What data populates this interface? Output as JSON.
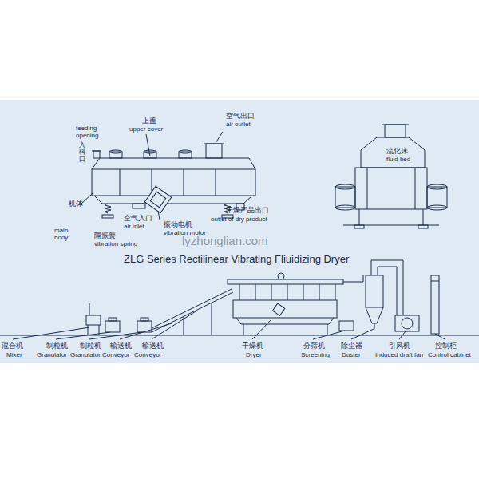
{
  "diagram": {
    "title": "ZLG Series Rectilinear Vibrating Fliuidizing Dryer",
    "labels": [
      "上盖",
      "upper cover",
      "空气出口",
      "air outlet",
      "feeding opening",
      "入料口",
      "流化床",
      "fluid bed",
      "机体",
      "空气入口",
      "air inlet",
      "干燥产品出口",
      "振动电机",
      "vibration motor",
      "outlet of dry product",
      "main body",
      "隔振簧",
      "vibration spring",
      "lyzhonglian.com",
      "混合机",
      "Mixer",
      "制粒机",
      "Granulator",
      "制粒机",
      "Granulator",
      "输送机",
      "Conveyor",
      "输送机",
      "Conveyor",
      "干燥机",
      "Dryer",
      "分筛机",
      "Screening",
      "除尘器",
      "Duster",
      "引风机",
      "Induced draft fan",
      "控制柜",
      "Control cabinet"
    ]
  }
}
